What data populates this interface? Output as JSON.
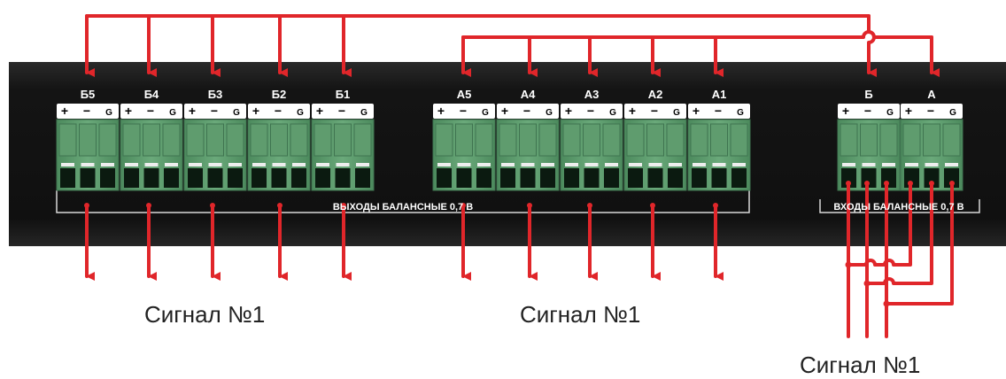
{
  "outputs_b": [
    "Б5",
    "Б4",
    "Б3",
    "Б2",
    "Б1"
  ],
  "outputs_a": [
    "А5",
    "А4",
    "А3",
    "А2",
    "А1"
  ],
  "inputs": [
    "Б",
    "А"
  ],
  "pin_labels": {
    "plus": "+",
    "minus": "−",
    "ground": "G"
  },
  "panel": {
    "outputs_label": "ВЫХОДЫ БАЛАНСНЫЕ 0,7 В",
    "inputs_label": "ВХОДЫ БАЛАНСНЫЕ 0,7 В"
  },
  "captions": {
    "left": "Сигнал №1",
    "middle": "Сигнал №1",
    "right": "Сигнал №1"
  },
  "colors": {
    "wire": "#e0262a",
    "panel": "#141414",
    "terminal": "#5f9c6e",
    "terminal_dark": "#3f7450",
    "label_strip": "#ffffff"
  }
}
